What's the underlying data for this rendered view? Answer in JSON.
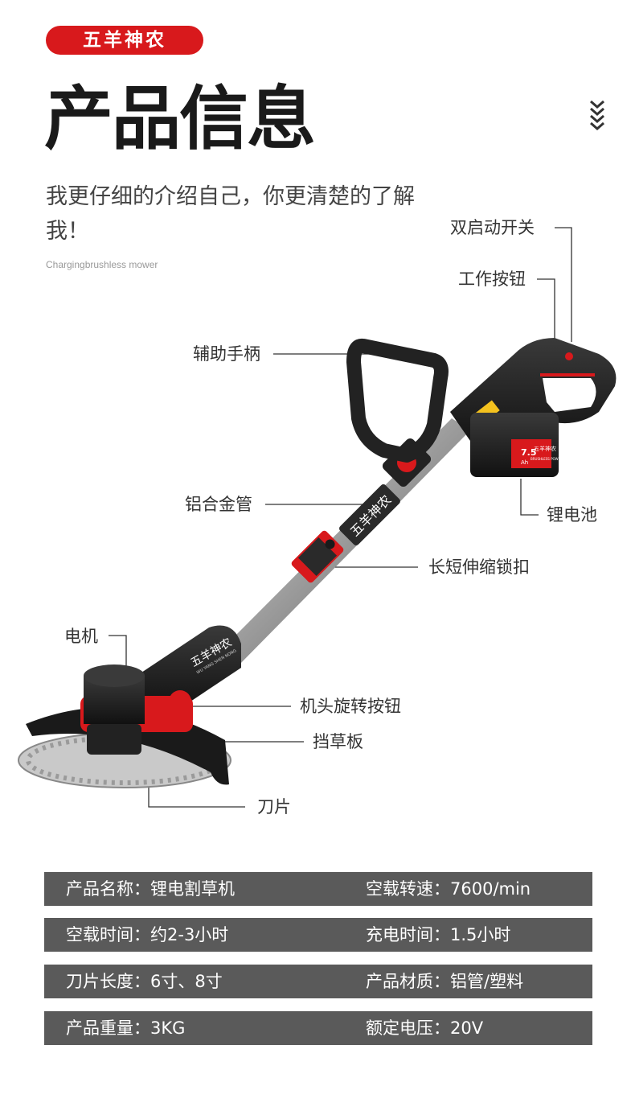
{
  "brand": {
    "name": "五羊神农"
  },
  "header": {
    "title": "产品信息",
    "subtitle": "我更仔细的介绍自己，你更清楚的了解我！",
    "subtitle_en": "Chargingbrushless mower"
  },
  "callouts": {
    "dual_switch": "双启动开关",
    "work_button": "工作按钮",
    "aux_handle": "辅助手柄",
    "aluminum_tube": "铝合金管",
    "battery": "锂电池",
    "lock_clip": "长短伸缩锁扣",
    "motor": "电机",
    "rotate_button": "机头旋转按钮",
    "grass_guard": "挡草板",
    "blade": "刀片"
  },
  "product_labels": {
    "shaft_brand": "五羊神农",
    "head_brand": "五羊神农",
    "head_sub": "WU YANG SHEN NONG",
    "battery_capacity": "7.5",
    "battery_unit": "Ah",
    "battery_brand": "五羊神农",
    "battery_sub": "BRUSHLESS POWER"
  },
  "specs": [
    {
      "left": "产品名称：锂电割草机",
      "right": "空载转速：7600/min"
    },
    {
      "left": "空载时间：约2-3小时",
      "right": "充电时间：1.5小时"
    },
    {
      "left": "刀片长度：6寸、8寸",
      "right": "产品材质：铝管/塑料"
    },
    {
      "left": "产品重量：3KG",
      "right": "额定电压：20V"
    }
  ],
  "colors": {
    "brand_red": "#d8191c",
    "spec_bg": "#5a5a5a",
    "dark": "#1a1a1a"
  }
}
